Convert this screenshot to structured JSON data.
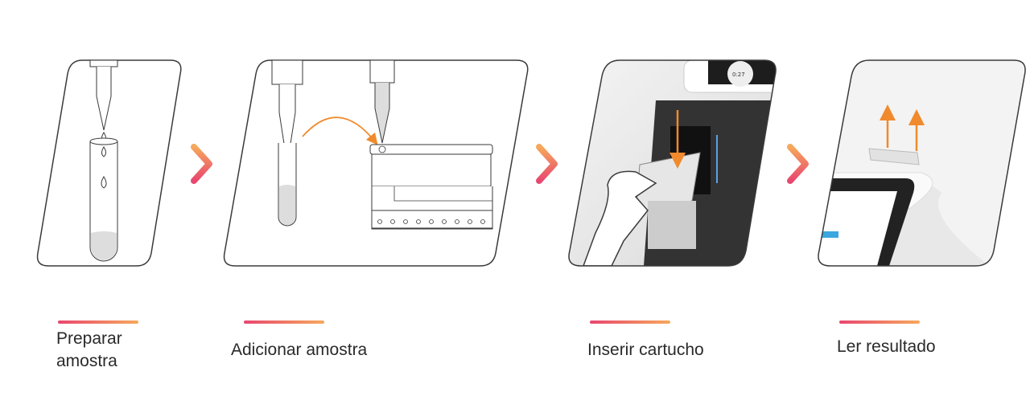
{
  "steps": [
    {
      "label_line1": "Preparar",
      "label_line2": "amostra"
    },
    {
      "label": "Adicionar amostra"
    },
    {
      "label": "Inserir cartucho",
      "screen_timer": "0:27"
    },
    {
      "label": "Ler resultado"
    }
  ],
  "colors": {
    "gradient_start": "#e8476f",
    "gradient_end": "#f6a85c",
    "arrow": "#f08a2c",
    "outline": "#3a3a3a"
  }
}
